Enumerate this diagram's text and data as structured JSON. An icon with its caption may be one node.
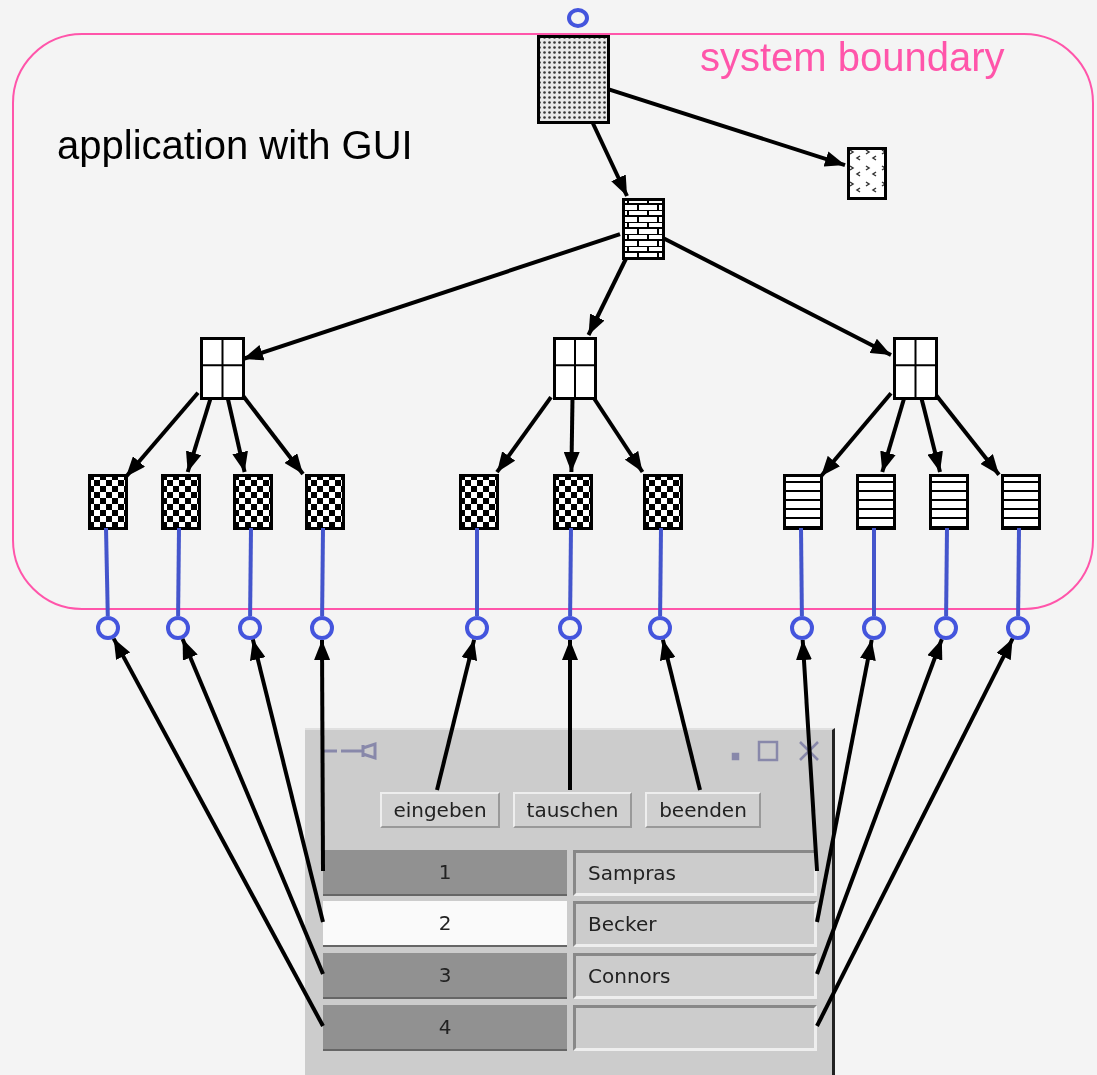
{
  "diagram": {
    "nodes": [
      {
        "text": [
          "system boundary",
          "application with GUI"
        ]
      },
      {
        "text": [],
        "shape": "circle"
      },
      {
        "text": [],
        "shape": "box",
        "in": 0
      },
      {
        "text": [],
        "shape": "box",
        "in": 0
      },
      {
        "text": [],
        "shape": "box",
        "in": 0
      },
      {
        "text": [],
        "shape": "box",
        "in": 0
      },
      {
        "text": [],
        "shape": "box",
        "in": 0
      },
      {
        "text": [],
        "shape": "box",
        "in": 0
      },
      {
        "text": [],
        "shape": "box",
        "in": 0
      },
      {
        "text": [],
        "shape": "box",
        "in": 0
      },
      {
        "text": [],
        "shape": "box",
        "in": 0
      },
      {
        "text": [],
        "shape": "box",
        "in": 0
      },
      {
        "text": [],
        "shape": "box",
        "in": 0
      },
      {
        "text": [],
        "shape": "box",
        "in": 0
      },
      {
        "text": [],
        "shape": "box",
        "in": 0
      },
      {
        "text": [],
        "shape": "box",
        "in": 0
      },
      {
        "text": [],
        "shape": "box",
        "in": 0
      },
      {
        "text": [],
        "shape": "box",
        "in": 0
      },
      {
        "text": [],
        "shape": "box",
        "in": 0
      },
      {
        "text": [],
        "shape": "circle"
      },
      {
        "text": [],
        "shape": "circle"
      },
      {
        "text": [],
        "shape": "circle"
      },
      {
        "text": [],
        "shape": "circle"
      },
      {
        "text": [],
        "shape": "circle"
      },
      {
        "text": [],
        "shape": "circle"
      },
      {
        "text": [],
        "shape": "circle"
      },
      {
        "text": [],
        "shape": "circle"
      },
      {
        "text": [],
        "shape": "circle"
      },
      {
        "text": [],
        "shape": "circle"
      },
      {
        "text": [],
        "shape": "circle"
      },
      {
        "text": [],
        "shape": "box"
      },
      {
        "text": [
          "eingeben"
        ],
        "in": 30
      },
      {
        "text": [
          "tauschen"
        ],
        "in": 30
      },
      {
        "text": [
          "beenden"
        ],
        "in": 30
      },
      {
        "text": [
          "1"
        ],
        "in": 30
      },
      {
        "text": [
          "Sampras"
        ],
        "in": 30
      },
      {
        "text": [
          "2"
        ],
        "in": 30
      },
      {
        "text": [
          "Becker"
        ],
        "in": 30
      },
      {
        "text": [
          "3"
        ],
        "in": 30
      },
      {
        "text": [
          "Connors"
        ],
        "in": 30
      },
      {
        "text": [
          "4"
        ],
        "in": 30
      },
      {
        "text": [],
        "shape": "box",
        "in": 30
      }
    ],
    "edges": [
      {
        "from": 2,
        "to": 3,
        "arrow": "to"
      },
      {
        "from": 2,
        "to": 4,
        "arrow": "to"
      },
      {
        "from": 4,
        "to": 5,
        "arrow": "to"
      },
      {
        "from": 4,
        "to": 6,
        "arrow": "to"
      },
      {
        "from": 4,
        "to": 7,
        "arrow": "to"
      },
      {
        "from": 5,
        "to": 8,
        "arrow": "to"
      },
      {
        "from": 5,
        "to": 9,
        "arrow": "to"
      },
      {
        "from": 5,
        "to": 10,
        "arrow": "to"
      },
      {
        "from": 5,
        "to": 11,
        "arrow": "to"
      },
      {
        "from": 6,
        "to": 12,
        "arrow": "to"
      },
      {
        "from": 6,
        "to": 13,
        "arrow": "to"
      },
      {
        "from": 6,
        "to": 14,
        "arrow": "to"
      },
      {
        "from": 7,
        "to": 15,
        "arrow": "to"
      },
      {
        "from": 7,
        "to": 16,
        "arrow": "to"
      },
      {
        "from": 7,
        "to": 17,
        "arrow": "to"
      },
      {
        "from": 7,
        "to": 18,
        "arrow": "to"
      },
      {
        "from": 8,
        "to": 19,
        "arrow": "none",
        "color": "#4455cc"
      },
      {
        "from": 9,
        "to": 20,
        "arrow": "none",
        "color": "#4455cc"
      },
      {
        "from": 10,
        "to": 21,
        "arrow": "none",
        "color": "#4455cc"
      },
      {
        "from": 11,
        "to": 22,
        "arrow": "none",
        "color": "#4455cc"
      },
      {
        "from": 12,
        "to": 23,
        "arrow": "none",
        "color": "#4455cc"
      },
      {
        "from": 13,
        "to": 24,
        "arrow": "none",
        "color": "#4455cc"
      },
      {
        "from": 14,
        "to": 25,
        "arrow": "none",
        "color": "#4455cc"
      },
      {
        "from": 15,
        "to": 26,
        "arrow": "none",
        "color": "#4455cc"
      },
      {
        "from": 16,
        "to": 27,
        "arrow": "none",
        "color": "#4455cc"
      },
      {
        "from": 17,
        "to": 28,
        "arrow": "none",
        "color": "#4455cc"
      },
      {
        "from": 18,
        "to": 29,
        "arrow": "none",
        "color": "#4455cc"
      },
      {
        "from": 40,
        "to": 19,
        "arrow": "to"
      },
      {
        "from": 38,
        "to": 20,
        "arrow": "to"
      },
      {
        "from": 36,
        "to": 21,
        "arrow": "to"
      },
      {
        "from": 34,
        "to": 22,
        "arrow": "to"
      },
      {
        "from": 31,
        "to": 23,
        "arrow": "to"
      },
      {
        "from": 32,
        "to": 24,
        "arrow": "to"
      },
      {
        "from": 33,
        "to": 25,
        "arrow": "to"
      },
      {
        "from": 35,
        "to": 26,
        "arrow": "to"
      },
      {
        "from": 37,
        "to": 27,
        "arrow": "to"
      },
      {
        "from": 39,
        "to": 28,
        "arrow": "to"
      },
      {
        "from": 41,
        "to": 29,
        "arrow": "to"
      }
    ]
  }
}
